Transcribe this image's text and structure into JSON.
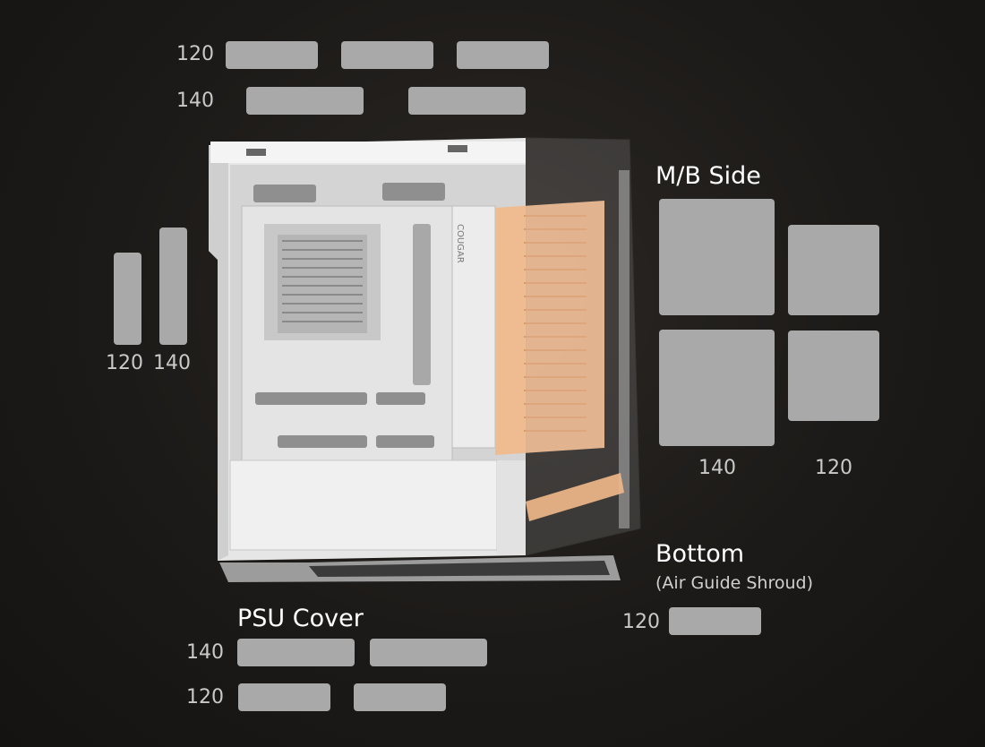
{
  "top": {
    "label_120": "120",
    "label_140": "140"
  },
  "front": {
    "label_120": "120",
    "label_140": "140"
  },
  "mb_side": {
    "title": "M/B Side",
    "label_140": "140",
    "label_120": "120"
  },
  "bottom": {
    "title": "Bottom",
    "subtitle": "(Air Guide Shroud)",
    "label_120": "120"
  },
  "psu_cover": {
    "title": "PSU Cover",
    "label_140": "140",
    "label_120": "120"
  },
  "case": {
    "brand": "COUGAR"
  },
  "colors": {
    "slot": "#a9a9a9",
    "highlight": "#f2b98a",
    "background": "#1c1a18"
  }
}
